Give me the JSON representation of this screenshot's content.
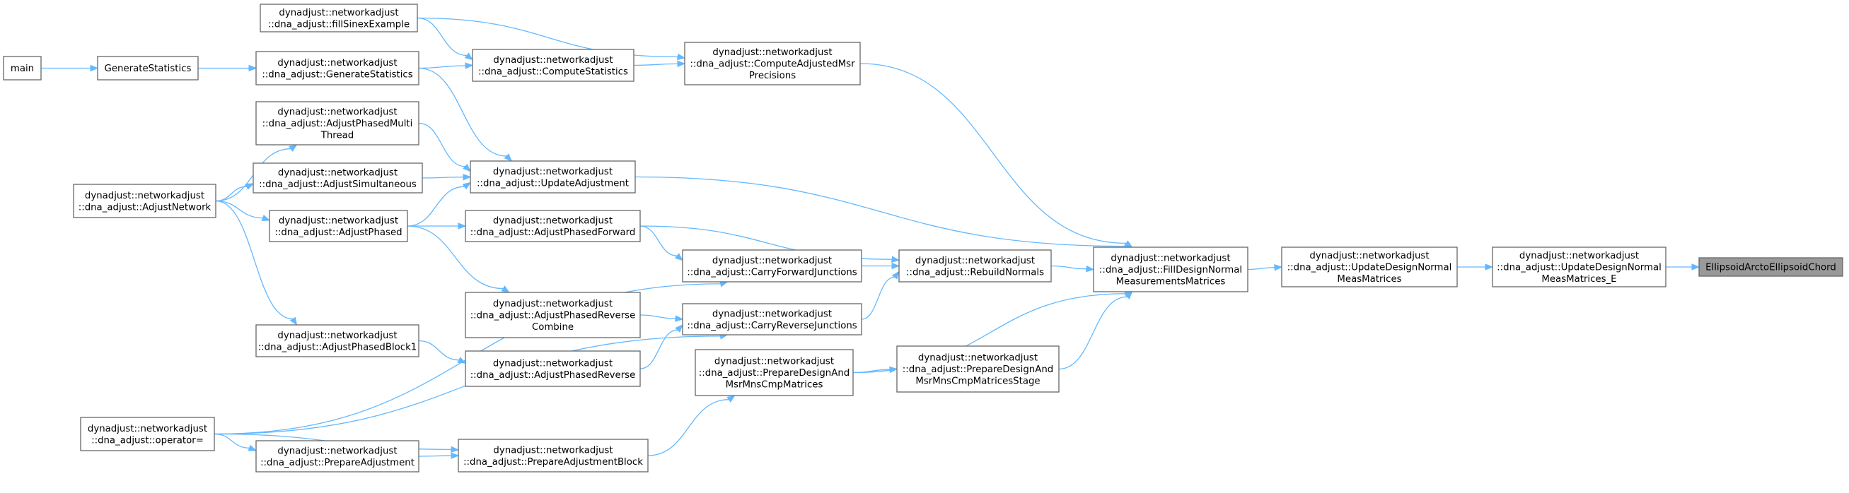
{
  "colors": {
    "edge": "#63b8ff",
    "node_border": "#666666",
    "root_fill": "#999999"
  },
  "nodes": {
    "root": {
      "lines": [
        "EllipsoidArctoEllipsoidChord"
      ]
    },
    "udnmE": {
      "lines": [
        "dynadjust::networkadjust",
        "::dna_adjust::UpdateDesignNormal",
        "MeasMatrices_E"
      ]
    },
    "udnm": {
      "lines": [
        "dynadjust::networkadjust",
        "::dna_adjust::UpdateDesignNormal",
        "MeasMatrices"
      ]
    },
    "fdnmm": {
      "lines": [
        "dynadjust::networkadjust",
        "::dna_adjust::FillDesignNormal",
        "MeasurementsMatrices"
      ]
    },
    "cams": {
      "lines": [
        "dynadjust::networkadjust",
        "::dna_adjust::ComputeAdjustedMsr",
        "Precisions"
      ]
    },
    "rn": {
      "lines": [
        "dynadjust::networkadjust",
        "::dna_adjust::RebuildNormals"
      ]
    },
    "pdmcms": {
      "lines": [
        "dynadjust::networkadjust",
        "::dna_adjust::PrepareDesignAnd",
        "MsrMnsCmpMatricesStage"
      ]
    },
    "ua": {
      "lines": [
        "dynadjust::networkadjust",
        "::dna_adjust::UpdateAdjustment"
      ]
    },
    "cfj": {
      "lines": [
        "dynadjust::networkadjust",
        "::dna_adjust::CarryForwardJunctions"
      ]
    },
    "crj": {
      "lines": [
        "dynadjust::networkadjust",
        "::dna_adjust::CarryReverseJunctions"
      ]
    },
    "pdmcm": {
      "lines": [
        "dynadjust::networkadjust",
        "::dna_adjust::PrepareDesignAnd",
        "MsrMnsCmpMatrices"
      ]
    },
    "fse": {
      "lines": [
        "dynadjust::networkadjust",
        "::dna_adjust::fillSinexExample"
      ]
    },
    "cs": {
      "lines": [
        "dynadjust::networkadjust",
        "::dna_adjust::ComputeStatistics"
      ]
    },
    "apf": {
      "lines": [
        "dynadjust::networkadjust",
        "::dna_adjust::AdjustPhasedForward"
      ]
    },
    "aprc": {
      "lines": [
        "dynadjust::networkadjust",
        "::dna_adjust::AdjustPhasedReverse",
        "Combine"
      ]
    },
    "apr": {
      "lines": [
        "dynadjust::networkadjust",
        "::dna_adjust::AdjustPhasedReverse"
      ]
    },
    "pab": {
      "lines": [
        "dynadjust::networkadjust",
        "::dna_adjust::PrepareAdjustmentBlock"
      ]
    },
    "gsm": {
      "lines": [
        "dynadjust::networkadjust",
        "::dna_adjust::GenerateStatistics"
      ]
    },
    "apmt": {
      "lines": [
        "dynadjust::networkadjust",
        "::dna_adjust::AdjustPhasedMulti",
        "Thread"
      ]
    },
    "asim": {
      "lines": [
        "dynadjust::networkadjust",
        "::dna_adjust::AdjustSimultaneous"
      ]
    },
    "ap": {
      "lines": [
        "dynadjust::networkadjust",
        "::dna_adjust::AdjustPhased"
      ]
    },
    "apb1": {
      "lines": [
        "dynadjust::networkadjust",
        "::dna_adjust::AdjustPhasedBlock1"
      ]
    },
    "pa": {
      "lines": [
        "dynadjust::networkadjust",
        "::dna_adjust::PrepareAdjustment"
      ]
    },
    "gs": {
      "lines": [
        "GenerateStatistics"
      ]
    },
    "an": {
      "lines": [
        "dynadjust::networkadjust",
        "::dna_adjust::AdjustNetwork"
      ]
    },
    "op": {
      "lines": [
        "dynadjust::networkadjust",
        "::dna_adjust::operator="
      ]
    },
    "main": {
      "lines": [
        "main"
      ]
    }
  },
  "edges": [
    [
      "udnmE",
      "root"
    ],
    [
      "udnm",
      "udnmE"
    ],
    [
      "fdnmm",
      "udnm"
    ],
    [
      "cams",
      "fdnmm"
    ],
    [
      "ua",
      "fdnmm"
    ],
    [
      "rn",
      "fdnmm"
    ],
    [
      "pdmcm",
      "fdnmm"
    ],
    [
      "pdmcms",
      "fdnmm"
    ],
    [
      "fse",
      "cams"
    ],
    [
      "cs",
      "cams"
    ],
    [
      "gs",
      "gsm"
    ],
    [
      "gsm",
      "cs"
    ],
    [
      "main",
      "gs"
    ],
    [
      "apf",
      "rn"
    ],
    [
      "cfj",
      "rn"
    ],
    [
      "crj",
      "rn"
    ],
    [
      "pdmcm",
      "pdmcms"
    ],
    [
      "pab",
      "pdmcm"
    ],
    [
      "gsm",
      "ua"
    ],
    [
      "apmt",
      "ua"
    ],
    [
      "asim",
      "ua"
    ],
    [
      "ap",
      "ua"
    ],
    [
      "op",
      "cfj"
    ],
    [
      "apf",
      "cfj"
    ],
    [
      "aprc",
      "crj"
    ],
    [
      "apr",
      "crj"
    ],
    [
      "op",
      "crj"
    ],
    [
      "an",
      "apmt"
    ],
    [
      "an",
      "asim"
    ],
    [
      "an",
      "ap"
    ],
    [
      "an",
      "apb1"
    ],
    [
      "ap",
      "apf"
    ],
    [
      "ap",
      "aprc"
    ],
    [
      "apb1",
      "apr"
    ],
    [
      "op",
      "pa"
    ],
    [
      "pa",
      "pab"
    ],
    [
      "op",
      "pab"
    ],
    [
      "fse",
      "cs"
    ]
  ]
}
